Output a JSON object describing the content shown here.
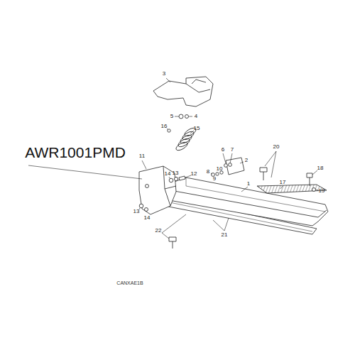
{
  "diagram": {
    "labels": [
      "AWR1001PMD",
      "3",
      "5",
      "4",
      "16",
      "15",
      "6",
      "7",
      "2",
      "20",
      "11",
      "14",
      "13",
      "12",
      "8",
      "9",
      "10",
      "1",
      "18",
      "17",
      "19",
      "13",
      "14",
      "22",
      "21",
      "CANXAE1B"
    ]
  }
}
